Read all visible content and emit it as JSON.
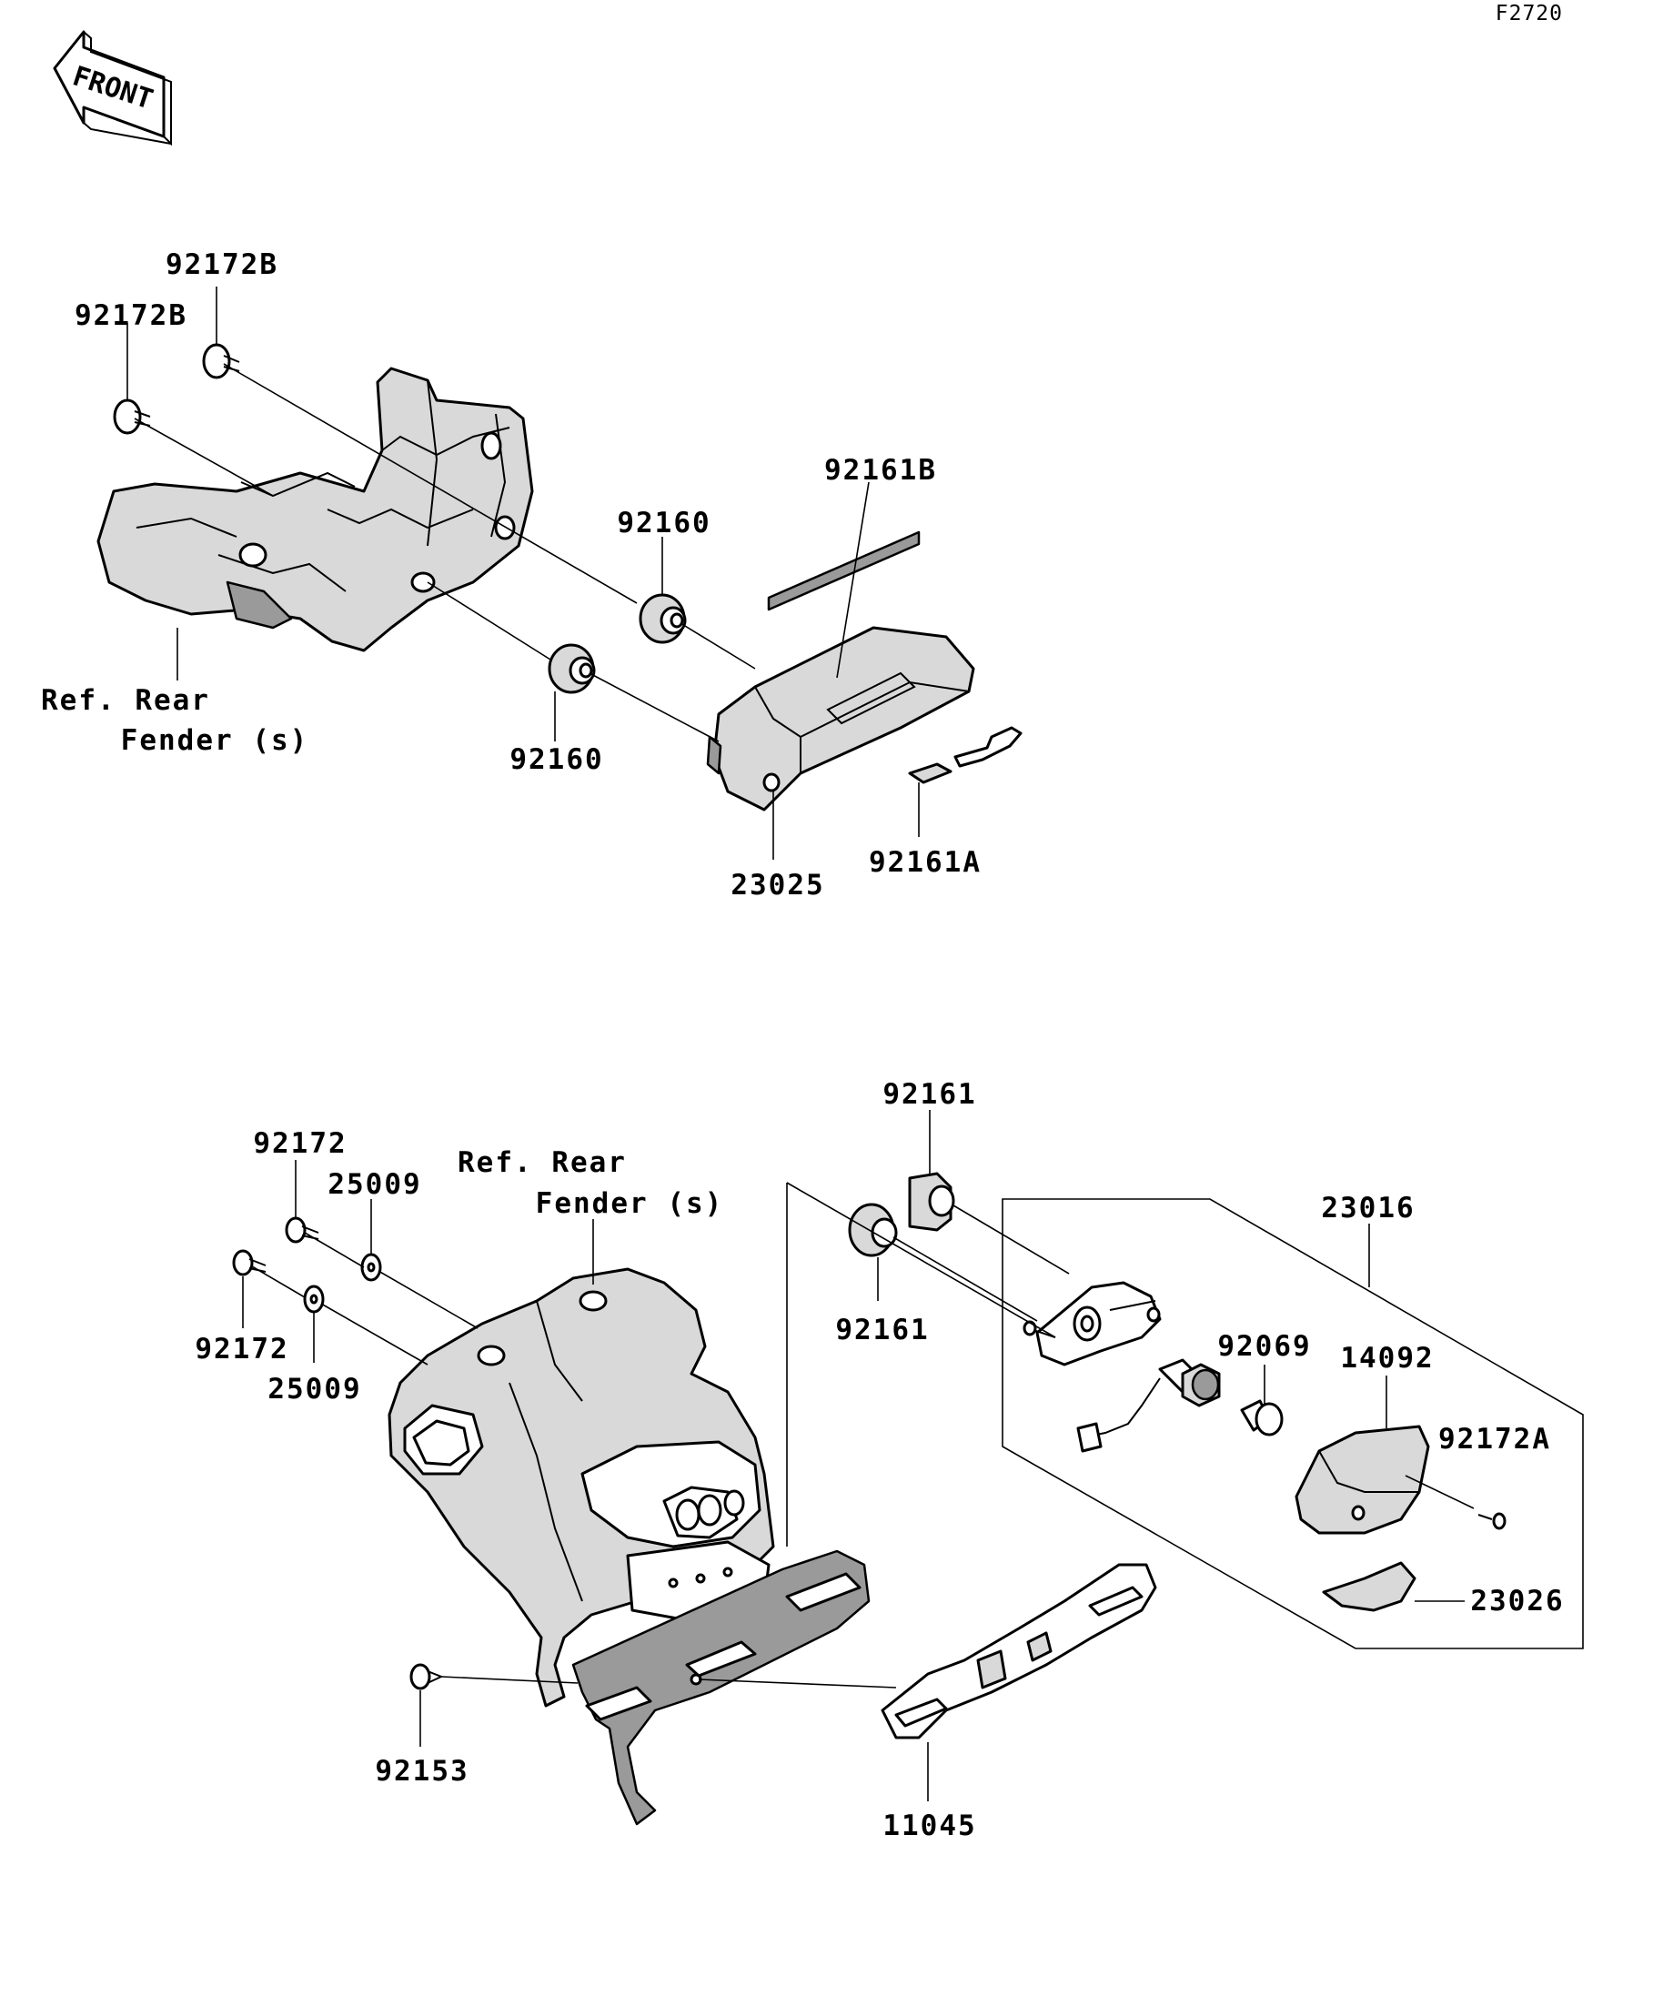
{
  "diagram_code": "F2720",
  "direction_label": "FRONT",
  "callouts": {
    "p92172B_a": "92172B",
    "p92172B_b": "92172B",
    "p92161B": "92161B",
    "p92160_a": "92160",
    "p92160_b": "92160",
    "ref_rear_top_1": "Ref. Rear",
    "ref_rear_top_2": "Fender (s)",
    "p23025": "23025",
    "p92161A": "92161A",
    "p92161_a": "92161",
    "p92161_b": "92161",
    "p92172_a": "92172",
    "p92172_b": "92172",
    "p25009_a": "25009",
    "p25009_b": "25009",
    "ref_rear_bot_1": "Ref. Rear",
    "ref_rear_bot_2": "Fender (s)",
    "p23016": "23016",
    "p92069": "92069",
    "p14092": "14092",
    "p92172A": "92172A",
    "p23026": "23026",
    "p92153": "92153",
    "p11045": "11045"
  }
}
